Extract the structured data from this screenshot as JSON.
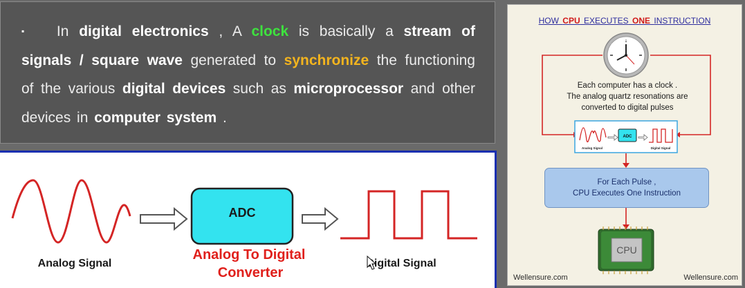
{
  "text_panel": {
    "bullet": "▪",
    "s1": "In",
    "s2": "digital electronics",
    "s3": ", A",
    "s4": "clock",
    "s5": "is basically a",
    "s6": "stream of signals / square wave",
    "s7": "generated to",
    "s8": "synchronize",
    "s9": "the functioning of the various",
    "s10": "digital devices",
    "s11": "such as",
    "s12": "microprocessor",
    "s13": "and other devices in",
    "s14": "computer system",
    "s15": "."
  },
  "adc_diagram": {
    "analog_label": "Analog Signal",
    "adc_label": "ADC",
    "converter_line1": "Analog To Digital",
    "converter_line2": "Converter",
    "digital_label": "Digital Signal"
  },
  "info_panel": {
    "title_part1": "HOW",
    "title_part2": "CPU",
    "title_part3": "EXECUTES",
    "title_part4": "ONE",
    "title_part5": "INSTRUCTION",
    "clock_text_line1": "Each computer has a clock .",
    "clock_text_line2": "The analog quartz resonations are",
    "clock_text_line3": "converted to digital pulses",
    "mini_adc": "ADC",
    "mini_analog": "Analog Signal",
    "mini_digital": "Digital Signal",
    "pulse_line1": "For Each Pulse ,",
    "pulse_line2": "CPU Executes One Instruction",
    "cpu_label": "CPU",
    "watermark_left": "Wellensure.com",
    "watermark_right": "Wellensure.com"
  },
  "colors": {
    "panel_gray": "#555555",
    "keyword_green": "#3ee23e",
    "keyword_yellow": "#f3b41e",
    "signal_red": "#d42525",
    "adc_cyan": "#33e3ef",
    "border_blue": "#1a2fb0"
  }
}
